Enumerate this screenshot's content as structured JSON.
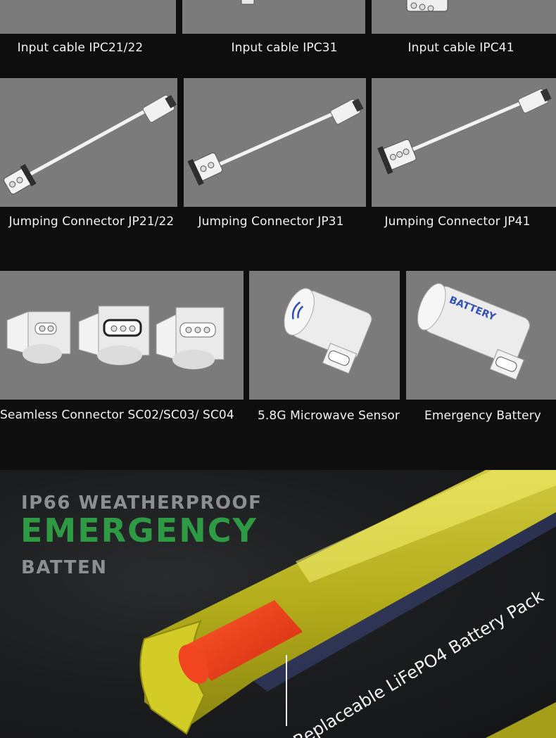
{
  "row1": {
    "captions": [
      "Input cable IPC21/22",
      "Input cable IPC31",
      "Input cable IPC41"
    ]
  },
  "row2": {
    "captions": [
      "Jumping Connector JP21/22",
      "Jumping Connector JP31",
      "Jumping Connector JP41"
    ]
  },
  "row3": {
    "captions": [
      "Seamless Connector SC02/SC03/ SC04",
      "5.8G Microwave Sensor",
      "Emergency Battery"
    ],
    "battery_label": "BATTERY"
  },
  "hero": {
    "line1": "IP66 WEATHERPROOF",
    "line2": "EMERGENCY",
    "line3": "BATTEN",
    "callout": "Replaceable LiFePO4 Battery Pack"
  },
  "colors": {
    "panel": "#7b7b7c",
    "background": "#0e0e0f",
    "accent_green": "#2f9a44",
    "tube_yellow": "#d9d21f",
    "battery_red": "#e8361c"
  }
}
